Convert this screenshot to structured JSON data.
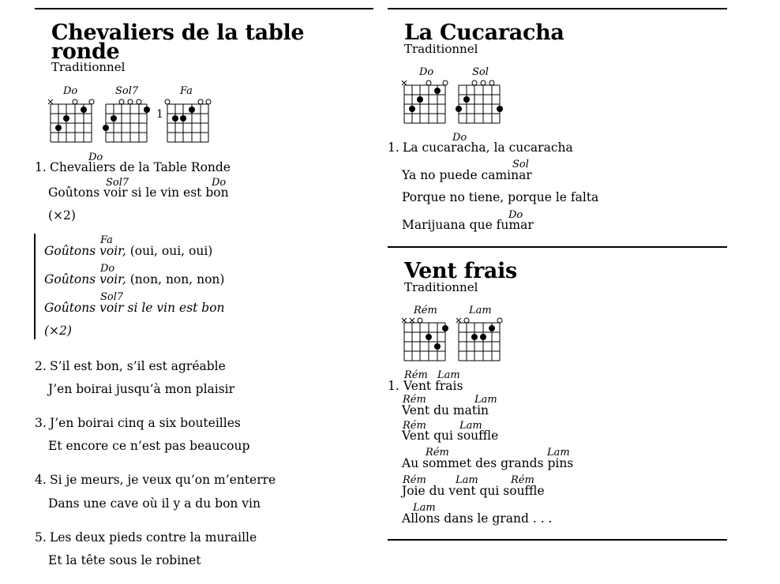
{
  "songs": {
    "chevaliers": {
      "title_line1": "Chevaliers de la table",
      "title_line2": "ronde",
      "author": "Traditionnel",
      "chords": [
        "Do",
        "Sol7",
        "Fa"
      ],
      "fa_base_fret": "1",
      "verse1": {
        "num": "1.",
        "l1": "Chevaliers de la Table Ronde",
        "l1_chord": "Do",
        "l2_a": "Goûtons voir ",
        "l2_b": "si le vin est bon",
        "l2_chord1": "Sol7",
        "l2_chord2": "Do",
        "repeat": "(×2)"
      },
      "refrain": {
        "l1_a": "Goûtons voir,",
        "l1_b": " (oui, oui, oui)",
        "l1_chord": "Fa",
        "l2_a": "Goûtons voir,",
        "l2_b": " (non, non, non)",
        "l2_chord": "Do",
        "l3": "Goûtons voir  si le vin est bon",
        "l3_chord": "Sol7",
        "repeat": "(×2)"
      },
      "verses": [
        {
          "num": "2.",
          "l1": "S’il est bon, s’il est agréable",
          "l2": "J’en boirai jusqu’à mon plaisir"
        },
        {
          "num": "3.",
          "l1": "J’en boirai cinq a six bouteilles",
          "l2": "Et encore ce n’est pas beaucoup"
        },
        {
          "num": "4.",
          "l1": "Si je meurs, je veux qu’on m’enterre",
          "l2": "Dans une cave où il y a du bon vin"
        },
        {
          "num": "5.",
          "l1": "Les deux pieds contre la muraille",
          "l2": "Et la tête sous le robinet"
        }
      ]
    },
    "cucaracha": {
      "title": "La Cucaracha",
      "author": "Traditionnel",
      "chords": [
        "Do",
        "Sol"
      ],
      "num": "1.",
      "l1": "La cucaracha, la cucaracha",
      "l1_chord": "Do",
      "l2": "Ya no puede caminar",
      "l2_chord": "Sol",
      "l3": "Porque no tiene, porque le falta",
      "l4": "Marijuana que fumar",
      "l4_chord": "Do"
    },
    "vent": {
      "title": "Vent frais",
      "author": "Traditionnel",
      "chords": [
        "Rém",
        "Lam"
      ],
      "num": "1.",
      "l1_a": "Vent ",
      "l1_b": "frais",
      "l2": "Vent du matin",
      "l3": "Vent qui souffle",
      "l4": "Au sommet des grands pins",
      "l5": "Joie  du vent qui souffle",
      "l6": "Allons dans le grand . . .",
      "c_rem": "Rém",
      "c_lam": "Lam"
    }
  }
}
